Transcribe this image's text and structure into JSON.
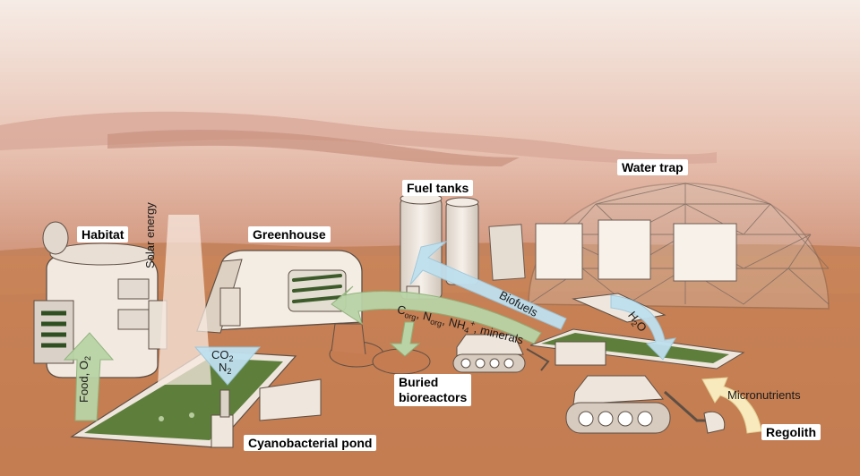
{
  "labels": {
    "habitat": "Habitat",
    "greenhouse": "Greenhouse",
    "fuel_tanks": "Fuel tanks",
    "water_trap": "Water trap",
    "buried_bioreactors_line1": "Buried",
    "buried_bioreactors_line2": "bioreactors",
    "cyanobacterial_pond": "Cyanobacterial pond",
    "regolith": "Regolith"
  },
  "flows": {
    "solar_energy": "Solar energy",
    "food_o2": {
      "a": "Food, O",
      "sub": "2"
    },
    "co2": {
      "a": "CO",
      "sub": "2"
    },
    "n2": {
      "a": "N",
      "sub": "2"
    },
    "nutrients": {
      "c": "C",
      "c_sub": "org",
      "sep1": ", N",
      "n_sub": "org",
      "sep2": ", NH",
      "nh_sub": "4",
      "nh_sup": "+",
      "tail": ", minerals"
    },
    "biofuels": "Biofuels",
    "h2o": {
      "a": "H",
      "sub": "2",
      "b": "O"
    },
    "micronutrients": "Micronutrients"
  },
  "colors": {
    "sky_top": "#f4e6df",
    "sky_bottom": "#d49a82",
    "ground": "#c77c55",
    "ground_dark": "#b3693f",
    "pond_water": "#5d7d3b",
    "green_arrow": "#b9d3a6",
    "blue_arrow": "#bfe0ef",
    "yellow_arrow": "#fbf0c2",
    "structure": "#efe6dc"
  }
}
